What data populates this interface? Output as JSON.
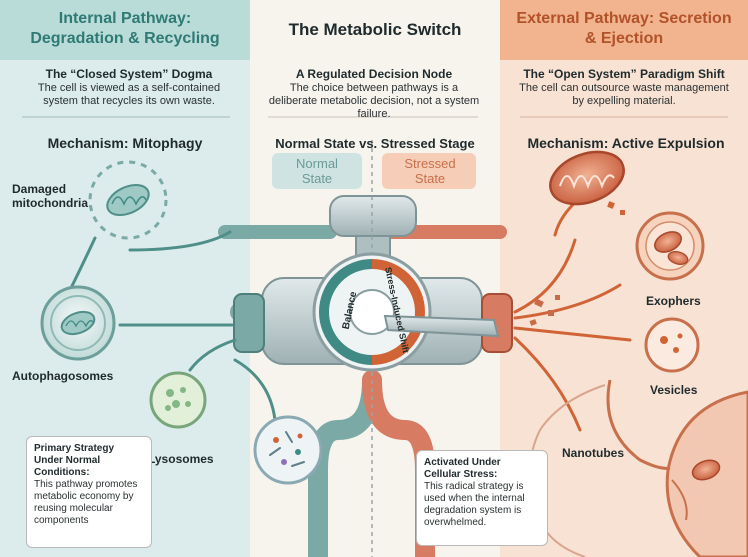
{
  "left": {
    "header": "Internal Pathway: Degradation & Recycling",
    "subtitle": "The “Closed System” Dogma",
    "description": "The cell is viewed as a self-contained system that recycles its own waste.",
    "mechanism": "Mechanism: Mitophagy",
    "labels": {
      "damaged": "Damaged mitochondria",
      "autophagosomes": "Autophagosomes",
      "lysosomes": "Lysosomes"
    },
    "note": {
      "title": "Primary Strategy Under Normal Conditions:",
      "body": "This pathway promotes metabolic economy by reusing molecular components"
    }
  },
  "center": {
    "title": "The Metabolic Switch",
    "subtitle": "A Regulated Decision Node",
    "description": "The choice between pathways is a deliberate metabolic decision, not a system failure.",
    "states_heading": "Normal State vs. Stressed Stage",
    "normal_state": "Normal State",
    "stressed_state": "Stressed State",
    "dial_left": "Balance",
    "dial_right": "Stress-Induced Shift"
  },
  "right": {
    "header": "External Pathway: Secretion & Ejection",
    "subtitle": "The “Open System” Paradigm Shift",
    "description": "The cell can outsource waste management by expelling material.",
    "mechanism": "Mechanism: Active Expulsion",
    "labels": {
      "exophers": "Exophers",
      "vesicles": "Vesicles",
      "nanotubes": "Nanotubes"
    },
    "note": {
      "title": "Activated Under Cellular Stress:",
      "body": "This radical strategy is used when the internal degradation system is overwhelmed."
    }
  },
  "colors": {
    "left_panel": "#dcecec",
    "left_header": "#b9dcd9",
    "left_accent": "#3f8a84",
    "right_panel": "#f8e2d4",
    "right_header": "#f1b48e",
    "right_accent": "#d06436",
    "pipe_teal": "#7aa9a6",
    "pipe_red": "#d77c62",
    "metal": "#b7c6c9"
  }
}
